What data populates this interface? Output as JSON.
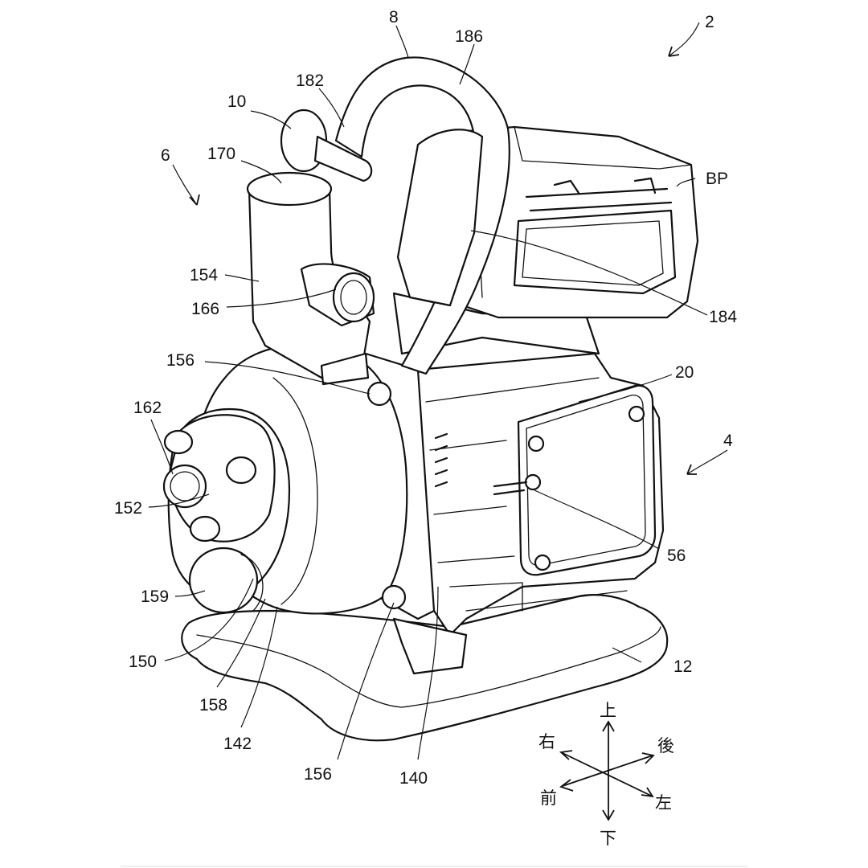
{
  "labels": {
    "l2": "2",
    "l8": "8",
    "l186": "186",
    "l182": "182",
    "l10": "10",
    "l6": "6",
    "l170": "170",
    "lBP": "BP",
    "l154": "154",
    "l166": "166",
    "l184": "184",
    "l156a": "156",
    "l20": "20",
    "l162": "162",
    "l4": "4",
    "l152": "152",
    "l56": "56",
    "l159": "159",
    "l12": "12",
    "l150": "150",
    "l158": "158",
    "l142": "142",
    "l156b": "156",
    "l140": "140"
  },
  "directions": {
    "up": "上",
    "down": "下",
    "right": "右",
    "left": "左",
    "front": "前",
    "back": "後"
  }
}
